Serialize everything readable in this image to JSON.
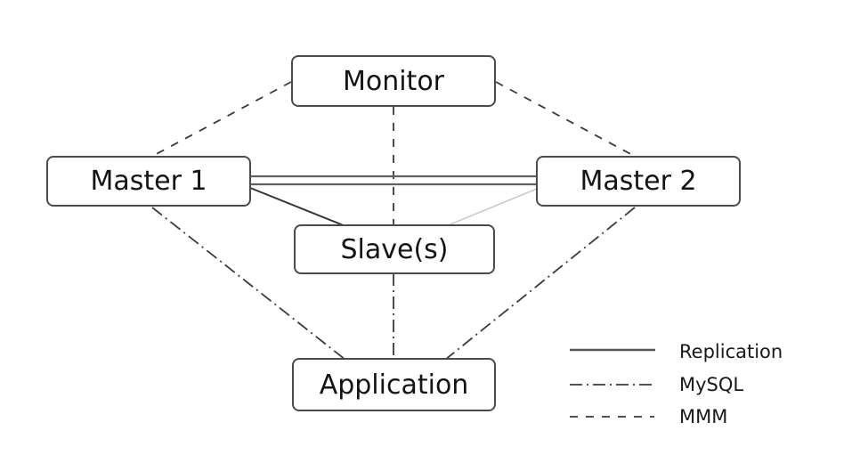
{
  "diagram": {
    "type": "architecture-diagram",
    "subject": "MySQL MMM multi-master replication topology",
    "background_color": "#ffffff",
    "nodes": [
      {
        "id": "monitor",
        "label": "Monitor"
      },
      {
        "id": "master1",
        "label": "Master 1"
      },
      {
        "id": "master2",
        "label": "Master 2"
      },
      {
        "id": "slaves",
        "label": "Slave(s)"
      },
      {
        "id": "application",
        "label": "Application"
      }
    ],
    "edges": [
      {
        "from": "monitor",
        "to": "master1",
        "type": "MMM",
        "style": "dashed"
      },
      {
        "from": "monitor",
        "to": "master2",
        "type": "MMM",
        "style": "dashed"
      },
      {
        "from": "monitor",
        "to": "slaves",
        "type": "MMM",
        "style": "dashed"
      },
      {
        "from": "master1",
        "to": "master2",
        "type": "Replication",
        "style": "double-solid"
      },
      {
        "from": "master1",
        "to": "slaves",
        "type": "Replication",
        "style": "solid-dark"
      },
      {
        "from": "master2",
        "to": "slaves",
        "type": "Replication",
        "style": "solid-light-gray"
      },
      {
        "from": "master1",
        "to": "application",
        "type": "MySQL",
        "style": "dash-dot"
      },
      {
        "from": "master2",
        "to": "application",
        "type": "MySQL",
        "style": "dash-dot"
      },
      {
        "from": "slaves",
        "to": "application",
        "type": "MySQL",
        "style": "dash-dot"
      }
    ],
    "legend": {
      "items": [
        {
          "label": "Replication",
          "line_style": "solid"
        },
        {
          "label": "MySQL",
          "line_style": "dash-dot"
        },
        {
          "label": "MMM",
          "line_style": "dashed"
        }
      ]
    },
    "colors": {
      "box_border": "#4b4b4b",
      "text": "#141414",
      "dashed_lines": "#3a3a3a",
      "replication_double_line": "#606060",
      "replication_active_line": "#333333",
      "replication_inactive_line": "#c9c9c9"
    }
  }
}
